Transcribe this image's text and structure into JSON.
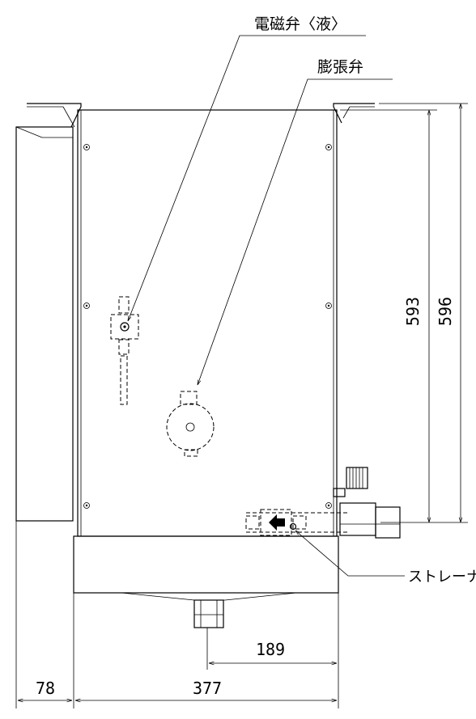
{
  "labels": {
    "solenoid_valve": "電磁弁〈液〉",
    "expansion_valve": "膨張弁",
    "strainer": "ストレーナ"
  },
  "dimensions": {
    "height_inner": "593",
    "height_outer": "596",
    "depth_side": "78",
    "width": "377",
    "offset": "189"
  }
}
